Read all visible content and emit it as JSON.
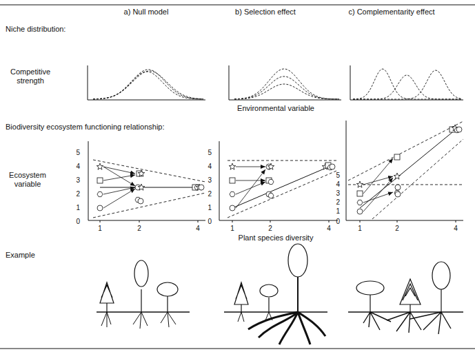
{
  "diagram": {
    "labels": [
      "a) Null model",
      "b) Selection effect",
      "c) Complementarity effect",
      "Niche distribution:",
      "Competitive strength",
      "Environmental variable",
      "Biodiversity ecosystem functioning relationship:",
      "Ecosystem variable",
      "5",
      "4",
      "3",
      "2",
      "1",
      "0",
      "1",
      "2",
      "4",
      "5",
      "4",
      "3",
      "2",
      "1",
      "0",
      "1",
      "2",
      "4",
      "5",
      "4",
      "3",
      "2",
      "1",
      "0",
      "1",
      "2",
      "4",
      "Plant species diversity",
      "Example"
    ]
  }
}
